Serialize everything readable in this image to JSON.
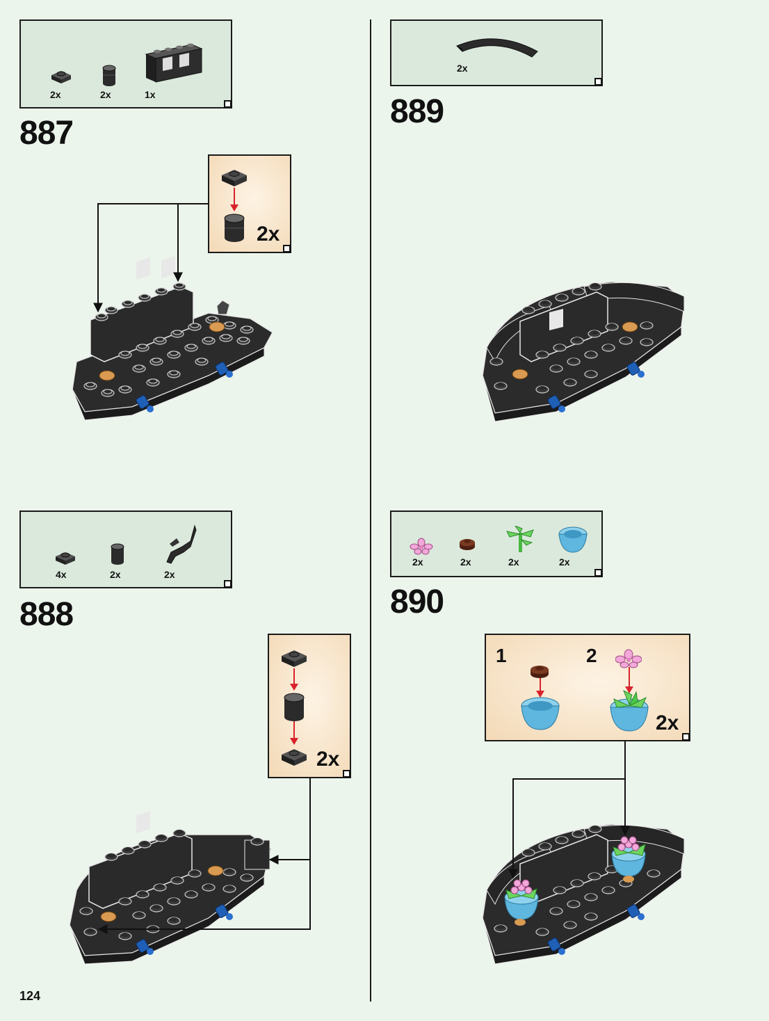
{
  "page_number": "124",
  "colors": {
    "background": "#ecf5ec",
    "parts_box": "#dbe9dc",
    "sub_box": "#f8e6cc",
    "arrow_red": "#d8232a",
    "brick_dark": "#2b2b2b",
    "blue": "#1f5fb5",
    "tan": "#d99a52",
    "pot_blue": "#5fb6de",
    "leaf_green": "#4cc94a",
    "flower_pink": "#f3a8d9"
  },
  "steps": [
    {
      "number": "887",
      "parts": [
        {
          "icon": "plate-1x1-icon",
          "qty": "2x"
        },
        {
          "icon": "round-brick-icon",
          "qty": "2x"
        },
        {
          "icon": "fence-window-icon",
          "qty": "1x"
        }
      ],
      "sub_qty": "2x"
    },
    {
      "number": "888",
      "parts": [
        {
          "icon": "plate-1x1-icon",
          "qty": "4x"
        },
        {
          "icon": "round-brick-icon",
          "qty": "2x"
        },
        {
          "icon": "claw-icon",
          "qty": "2x"
        }
      ],
      "sub_qty": "2x"
    },
    {
      "number": "889",
      "parts": [
        {
          "icon": "curved-arch-icon",
          "qty": "2x"
        }
      ]
    },
    {
      "number": "890",
      "parts": [
        {
          "icon": "pink-flower-icon",
          "qty": "2x"
        },
        {
          "icon": "brown-round-plate-icon",
          "qty": "2x"
        },
        {
          "icon": "green-plant-icon",
          "qty": "2x"
        },
        {
          "icon": "blue-pot-icon",
          "qty": "2x"
        }
      ],
      "sub_steps": [
        "1",
        "2"
      ],
      "sub_qty": "2x"
    }
  ]
}
